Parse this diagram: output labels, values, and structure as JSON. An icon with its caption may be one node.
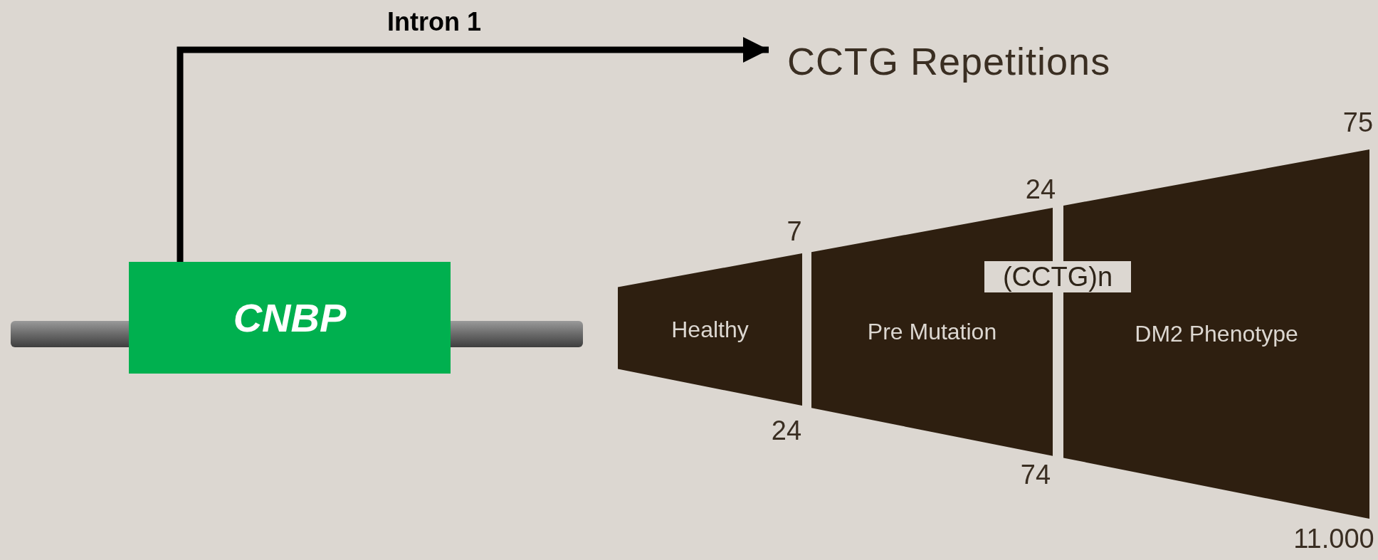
{
  "diagram": {
    "nodes": [
      {
        "text": [
          "CNBP"
        ]
      },
      {
        "text": [
          "CCTG Repetitions"
        ]
      },
      {
        "text": [
          "(CCTG)n"
        ]
      },
      {
        "text": [
          "Healthy"
        ]
      },
      {
        "text": [
          "Pre Mutation"
        ]
      },
      {
        "text": [
          "DM2 Phenotype"
        ]
      },
      {
        "text": [],
        "shape": "bar"
      }
    ],
    "edges": [
      {
        "from": 0,
        "to": 1,
        "arrow": "to",
        "label": "Intron 1"
      }
    ],
    "labels": [
      "75",
      "24",
      "7",
      "24",
      "74",
      "11.000"
    ]
  }
}
